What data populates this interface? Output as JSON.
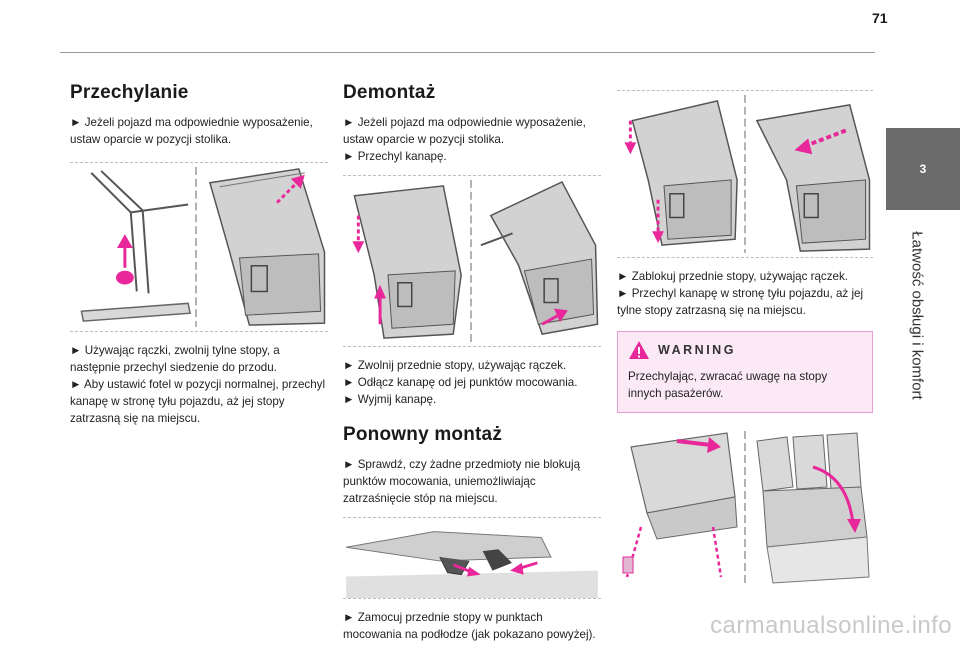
{
  "header": {
    "page_number": "71"
  },
  "chapter": {
    "number": "3",
    "title": "Łatwość obsługi i komfort"
  },
  "sections": {
    "tilting": {
      "title": "Przechylanie",
      "intro": "► Jeżeli pojazd ma odpowiednie wyposażenie, ustaw oparcie w pozycji stolika.",
      "steps": "► Używając rączki, zwolnij tylne stopy, a następnie przechyl siedzenie do przodu.\n► Aby ustawić fotel w pozycji normalnej, przechyl kanapę w stronę tyłu pojazdu, aż jej stopy zatrzasną się na miejscu."
    },
    "removal": {
      "title": "Demontaż",
      "intro": "► Jeżeli pojazd ma odpowiednie wyposażenie, ustaw oparcie w pozycji stolika.\n► Przechyl kanapę.",
      "steps": "► Zwolnij przednie stopy, używając rączek.\n► Odłącz kanapę od jej punktów mocowania.\n► Wyjmij kanapę."
    },
    "refitting": {
      "title": "Ponowny montaż",
      "intro": "► Sprawdź, czy żadne przedmioty nie blokują punktów mocowania, uniemożliwiając zatrzaśnięcie stóp na miejscu.",
      "steps": "► Zamocuj przednie stopy w punktach mocowania na podłodze (jak pokazano powyżej)."
    },
    "locking": {
      "steps": "► Zablokuj przednie stopy, używając rączek.\n► Przechyl kanapę w stronę tyłu pojazdu, aż jej tylne stopy zatrzasną się na miejscu."
    }
  },
  "warning": {
    "title": "WARNING",
    "text": "Przechylając, zwracać uwagę na stopy innych pasażerów."
  },
  "watermark": "carmanualsonline.info",
  "colors": {
    "accent_magenta": "#e8289a",
    "tab_gray": "#6b6b6b",
    "warning_bg": "#fbe9f5"
  }
}
